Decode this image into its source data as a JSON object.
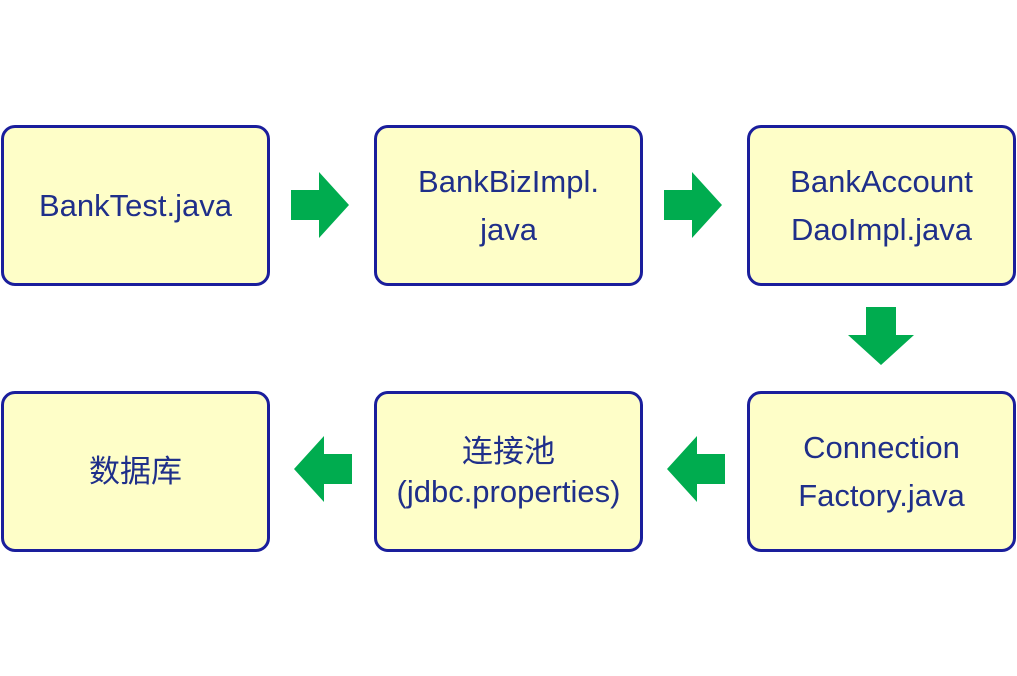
{
  "colors": {
    "box_fill": "#fefec8",
    "box_border": "#1a1e9c",
    "text": "#1f2f8a",
    "arrow": "#00ac4f"
  },
  "nodes": [
    {
      "id": "bank-test",
      "lines": [
        "BankTest.java"
      ]
    },
    {
      "id": "bank-biz-impl",
      "lines": [
        "BankBizImpl.",
        "java"
      ]
    },
    {
      "id": "bank-account-dao-impl",
      "lines": [
        "BankAccount",
        "DaoImpl.java"
      ]
    },
    {
      "id": "connection-factory",
      "lines": [
        "Connection",
        "Factory.java"
      ]
    },
    {
      "id": "connection-pool",
      "lines": [
        "连接池",
        "(jdbc.properties)"
      ]
    },
    {
      "id": "database",
      "lines": [
        "数据库"
      ]
    }
  ],
  "edges": [
    {
      "from": "bank-test",
      "to": "bank-biz-impl",
      "direction": "right"
    },
    {
      "from": "bank-biz-impl",
      "to": "bank-account-dao-impl",
      "direction": "right"
    },
    {
      "from": "bank-account-dao-impl",
      "to": "connection-factory",
      "direction": "down"
    },
    {
      "from": "connection-factory",
      "to": "connection-pool",
      "direction": "left"
    },
    {
      "from": "connection-pool",
      "to": "database",
      "direction": "left"
    }
  ]
}
